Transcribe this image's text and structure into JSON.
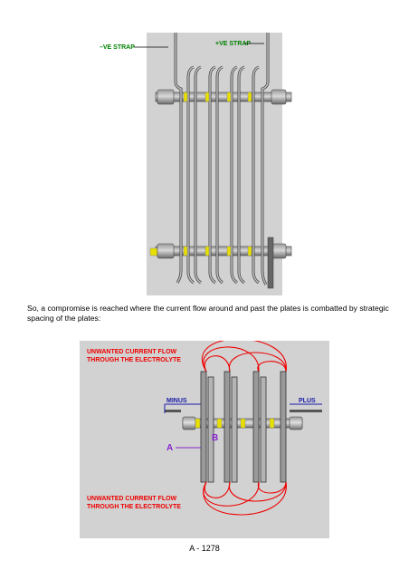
{
  "figure1": {
    "neg_strap_label": "–VE STRAP",
    "pos_strap_label": "+VE STRAP"
  },
  "paragraph": "So, a compromise is reached where the current flow around and past the plates is combatted by strategic spacing of the plates:",
  "figure2": {
    "top_label_line1": "UNWANTED CURRENT FLOW",
    "top_label_line2": "THROUGH THE ELECTROLYTE",
    "bottom_label_line1": "UNWANTED CURRENT FLOW",
    "bottom_label_line2": "THROUGH THE ELECTROLYTE",
    "minus_label": "MINUS",
    "plus_label": "PLUS",
    "label_a": "A",
    "label_b": "B"
  },
  "footer": {
    "page_number": "A - 1278"
  },
  "colors": {
    "figure_background": "#d2d2d2",
    "label_green": "#008000",
    "label_red": "#ee0000",
    "label_blue": "#1a1aaa",
    "label_purple": "#8822cc",
    "washer_yellow": "#e8e000"
  }
}
